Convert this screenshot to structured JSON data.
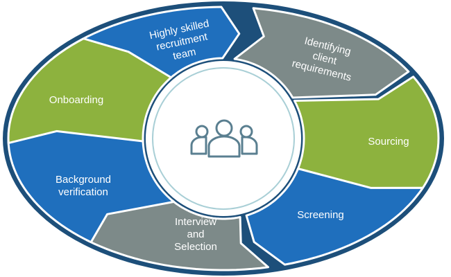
{
  "diagram": {
    "segments": [
      {
        "id": "recruitment-team",
        "lines": [
          "Highly skilled",
          "recruitment",
          "team"
        ],
        "color": "#1f6fbd"
      },
      {
        "id": "client-requirements",
        "lines": [
          "Identifying",
          "client",
          "requirements"
        ],
        "color": "#7d8a89"
      },
      {
        "id": "sourcing",
        "lines": [
          "Sourcing"
        ],
        "color": "#8db23e"
      },
      {
        "id": "screening",
        "lines": [
          "Screening"
        ],
        "color": "#1f6fbd"
      },
      {
        "id": "interview-selection",
        "lines": [
          "Interview",
          "and",
          "Selection"
        ],
        "color": "#7d8a89"
      },
      {
        "id": "background-verification",
        "lines": [
          "Background",
          "verification"
        ],
        "color": "#1f6fbd"
      },
      {
        "id": "onboarding",
        "lines": [
          "Onboarding"
        ],
        "color": "#8db23e"
      }
    ],
    "center": {
      "icon": "people-group-icon",
      "icon_color": "#5a7f90",
      "ring_color": "#a9cfd6"
    },
    "outline_color": "#1d4f7a"
  }
}
